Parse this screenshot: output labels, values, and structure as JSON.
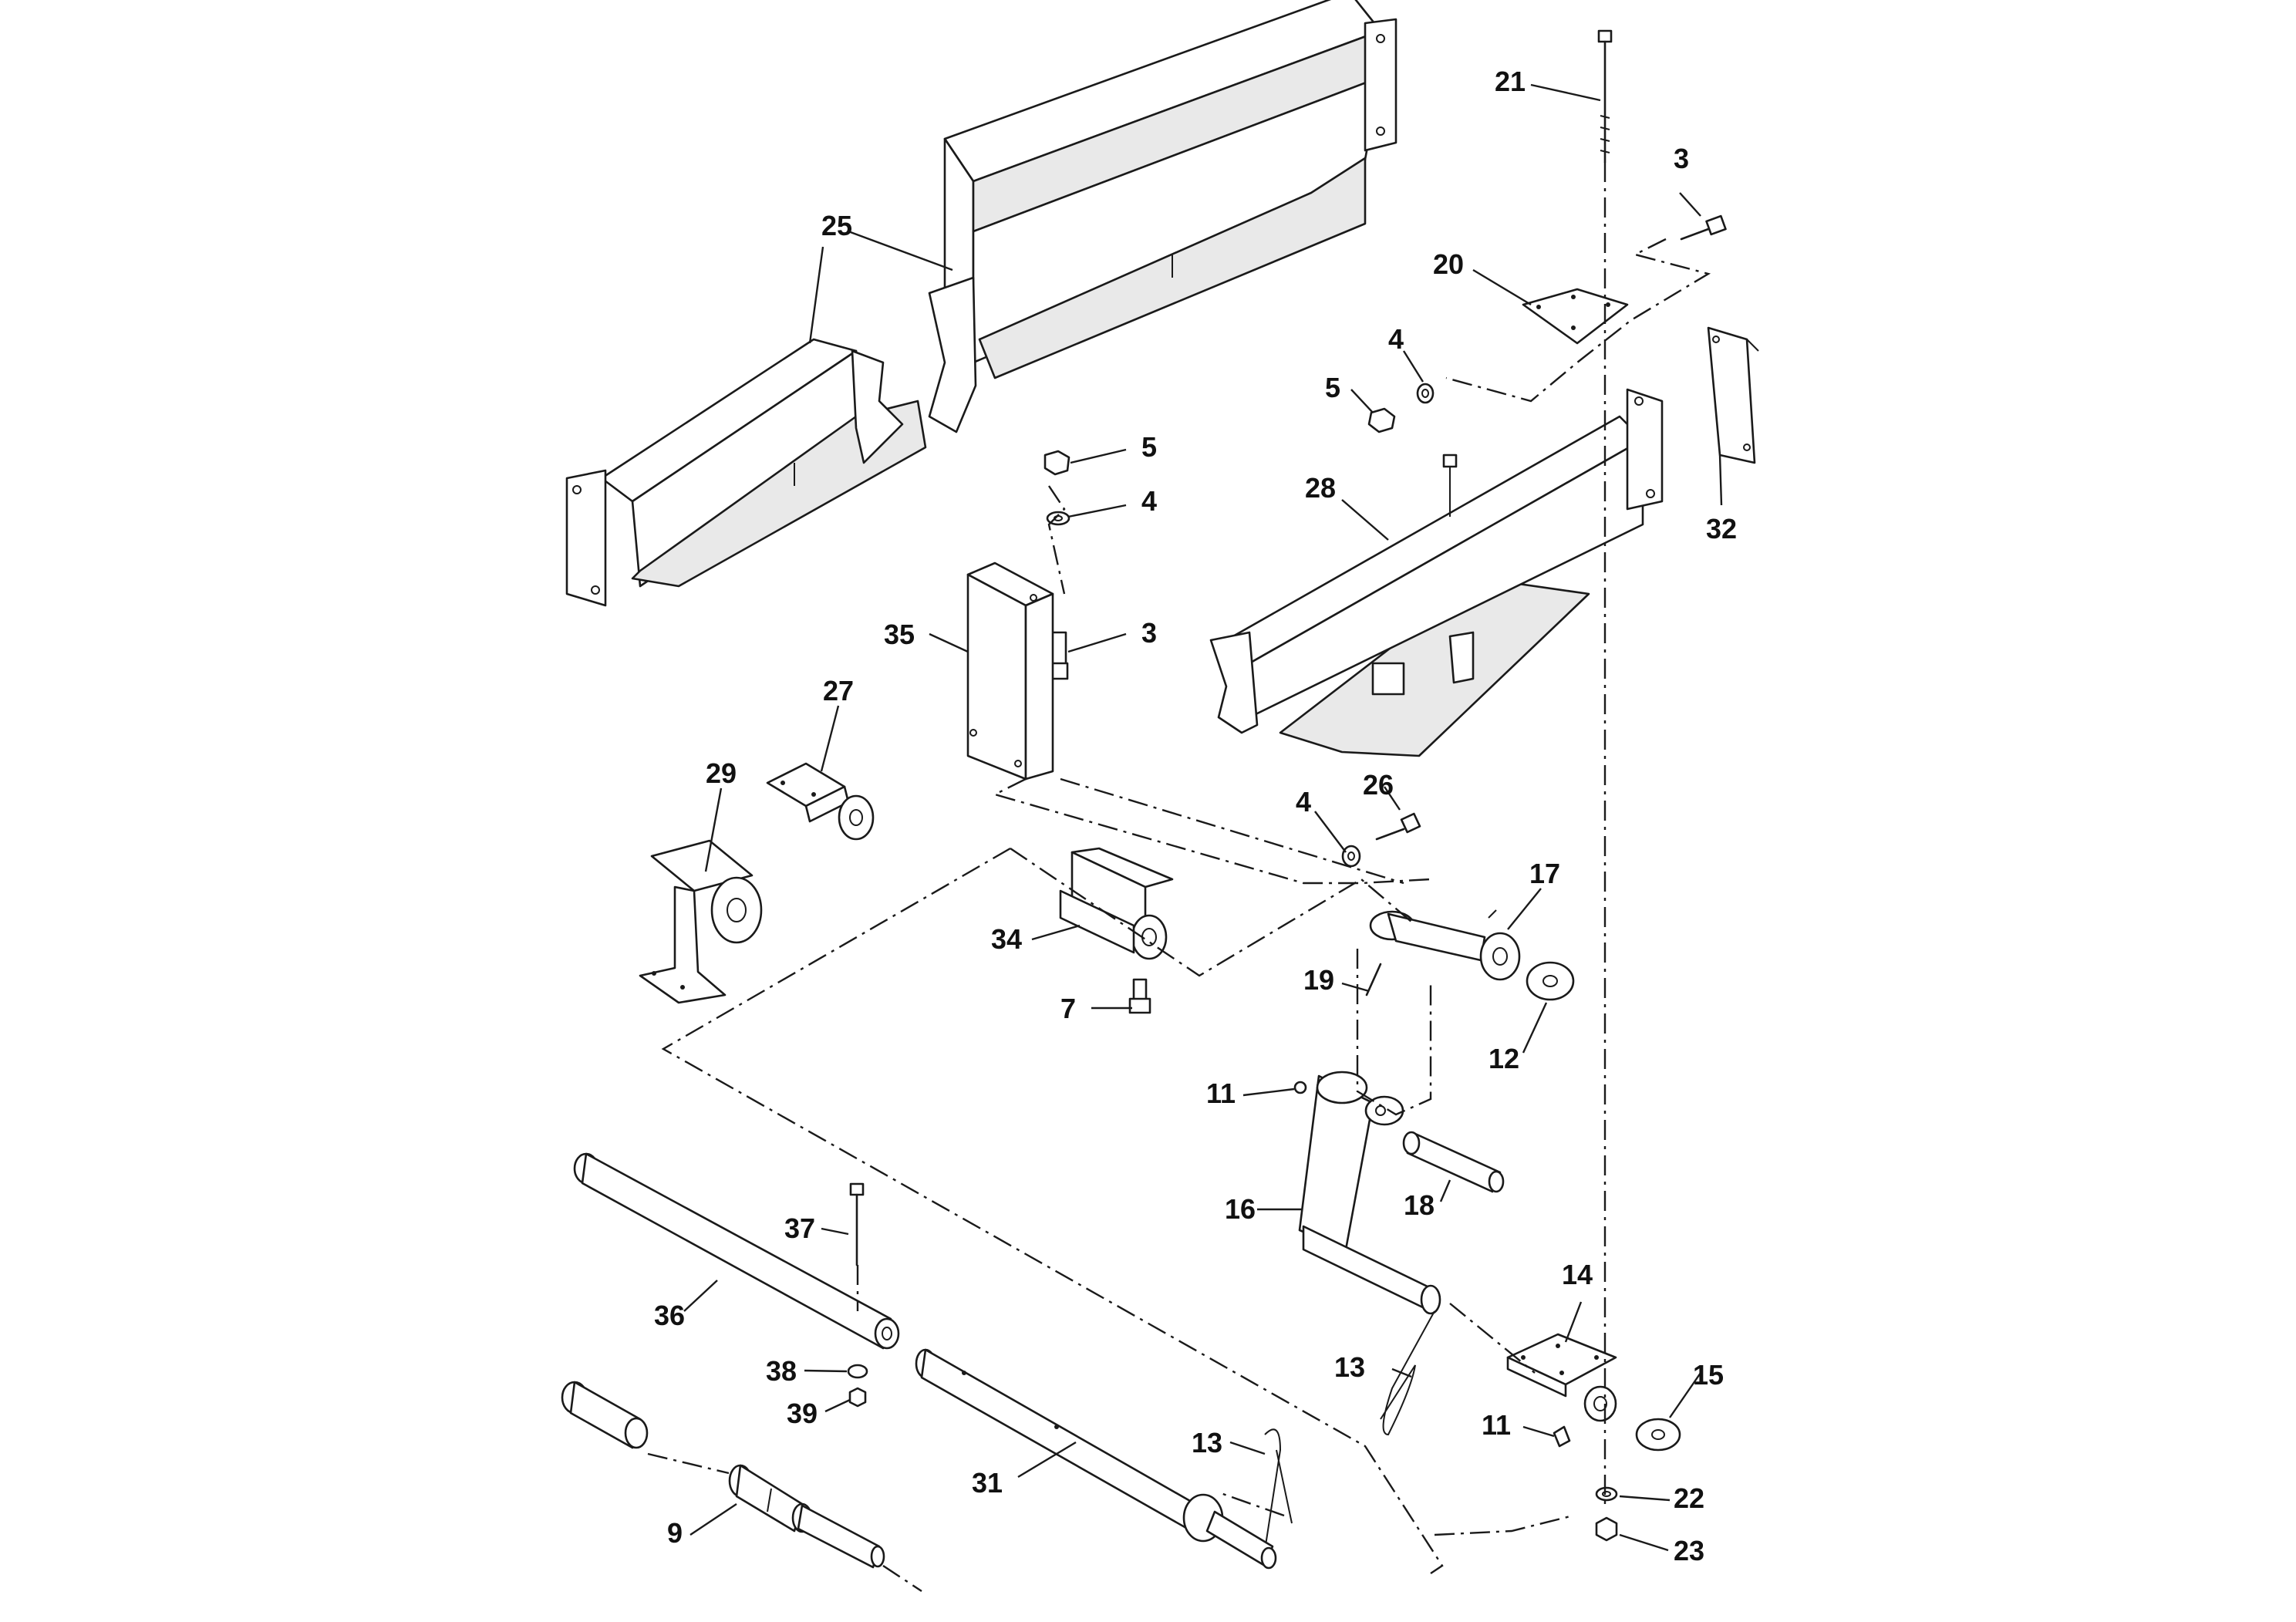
{
  "callouts": {
    "c21": "21",
    "c3_top": "3",
    "c20": "20",
    "c25_upper": "25",
    "c25_lower": "25",
    "c4_right": "4",
    "c5_right": "5",
    "c5_mid": "5",
    "c4_mid": "4",
    "c28": "28",
    "c32": "32",
    "c35": "35",
    "c3_mid": "3",
    "c27": "27",
    "c29": "29",
    "c26": "26",
    "c4_low": "4",
    "c17": "17",
    "c34": "34",
    "c19": "19",
    "c12": "12",
    "c7": "7",
    "c11_upper": "11",
    "c16": "16",
    "c18": "18",
    "c37": "37",
    "c36": "36",
    "c14": "14",
    "c13_right": "13",
    "c15": "15",
    "c38": "38",
    "c11_lower": "11",
    "c39": "39",
    "c13_left": "13",
    "c31": "31",
    "c22": "22",
    "c9": "9",
    "c23": "23"
  }
}
